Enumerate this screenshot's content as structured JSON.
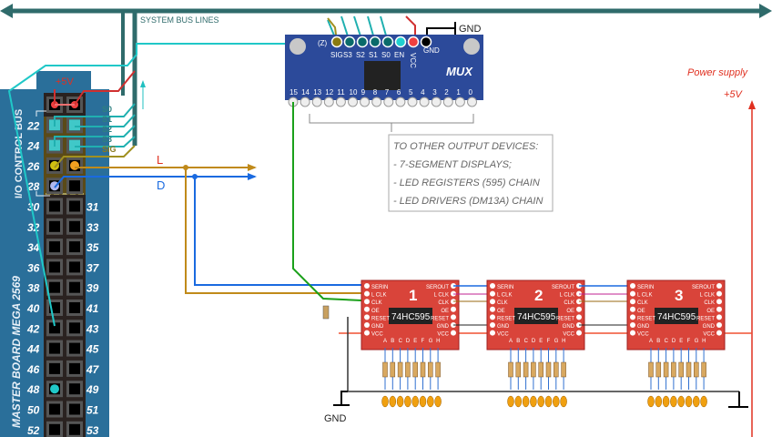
{
  "bus": {
    "label": "SYSTEM BUS LINES"
  },
  "gnd_label": "GND",
  "power": {
    "label": "Power supply",
    "voltage": "+5V"
  },
  "board": {
    "name": "MASTER BOARD MEGA 2569",
    "bus_label": "I/O CONTROL BUS",
    "vcc_label": "+5V",
    "left_pins": [
      "22",
      "24",
      "26",
      "28",
      "30",
      "32",
      "34",
      "36",
      "38",
      "40",
      "42",
      "44",
      "46",
      "48",
      "50",
      "52"
    ],
    "right_pins": [
      "31",
      "33",
      "35",
      "37",
      "39",
      "41",
      "43",
      "45",
      "47",
      "49",
      "51",
      "53"
    ],
    "signals": [
      "S0",
      "S1",
      "S2",
      "S3",
      "SIG"
    ]
  },
  "lines": {
    "latch": "L",
    "data": "D"
  },
  "mux": {
    "title": "MUX",
    "top_pins": [
      "SIG",
      "S3",
      "S2",
      "S1",
      "S0",
      "EN",
      "VCC",
      "GND"
    ],
    "z_label": "(Z)",
    "channels": [
      "15",
      "14",
      "13",
      "12",
      "11",
      "10",
      "9",
      "8",
      "7",
      "6",
      "5",
      "4",
      "3",
      "2",
      "1",
      "0"
    ]
  },
  "note": {
    "lines": [
      "TO   OTHER   OUTPUT DEVICES:",
      "- 7-SEGMENT DISPLAYS;",
      "- LED  REGISTERS  (595) CHAIN",
      "- LED DRIVERS (DM13A)  CHAIN"
    ]
  },
  "registers": {
    "chip": "74HC595",
    "left_pins": [
      "SERIN",
      "L CLK",
      "CLK",
      "OE",
      "RESET",
      "GND",
      "VCC"
    ],
    "right_pins": [
      "SEROUT",
      "L CLK",
      "CLK",
      "OE",
      "RESET",
      "GND",
      "VCC"
    ],
    "outputs": [
      "A",
      "B",
      "C",
      "D",
      "E",
      "F",
      "G",
      "H"
    ],
    "units": [
      "1",
      "2",
      "3"
    ]
  },
  "colors": {
    "bus": "#2f6b6b",
    "board": "#2a6f9a",
    "mux": "#2c4a9a",
    "chip": "#d9443a",
    "vcc": "#e03020",
    "cyan": "#20c0c0",
    "latch": "#c08a1a",
    "data": "#1a6ae0",
    "clk": "#1aa01a"
  }
}
